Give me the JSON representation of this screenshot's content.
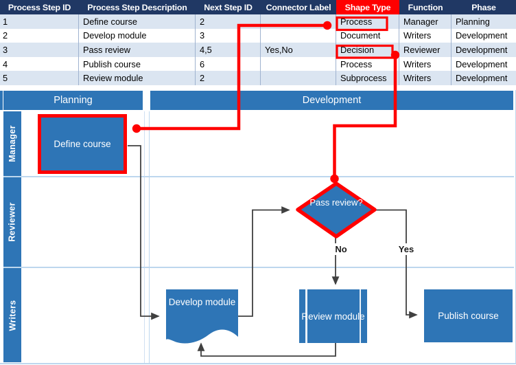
{
  "table": {
    "headers": [
      "Process Step ID",
      "Process Step Description",
      "Next Step ID",
      "Connector Label",
      "Shape Type",
      "Function",
      "Phase"
    ],
    "highlighted_header": "Shape Type",
    "highlighted_cells": [
      "Process",
      "Decision"
    ],
    "rows": [
      [
        "1",
        "Define course",
        "2",
        "",
        "Process",
        "Manager",
        "Planning"
      ],
      [
        "2",
        "Develop module",
        "3",
        "",
        "Document",
        "Writers",
        "Development"
      ],
      [
        "3",
        "Pass review",
        "4,5",
        "Yes,No",
        "Decision",
        "Reviewer",
        "Development"
      ],
      [
        "4",
        "Publish course",
        "6",
        "",
        "Process",
        "Writers",
        "Development"
      ],
      [
        "5",
        "Review module",
        "2",
        "",
        "Subprocess",
        "Writers",
        "Development"
      ]
    ]
  },
  "diagram": {
    "phases": [
      "Planning",
      "Development"
    ],
    "lanes": [
      "Manager",
      "Reviewer",
      "Writers"
    ],
    "shapes": {
      "define_course": "Define course",
      "develop_module": "Develop module",
      "pass_review": "Pass review?",
      "review_module": "Review module",
      "publish_course": "Publish course"
    },
    "connector_labels": {
      "no": "No",
      "yes": "Yes"
    }
  },
  "colors": {
    "accent_blue": "#2E75B6",
    "header_navy": "#203864",
    "band_blue": "#DBE5F1",
    "highlight_red": "#FF0000",
    "connector_gray": "#404040",
    "grid_light_blue": "#BDD7EE"
  }
}
